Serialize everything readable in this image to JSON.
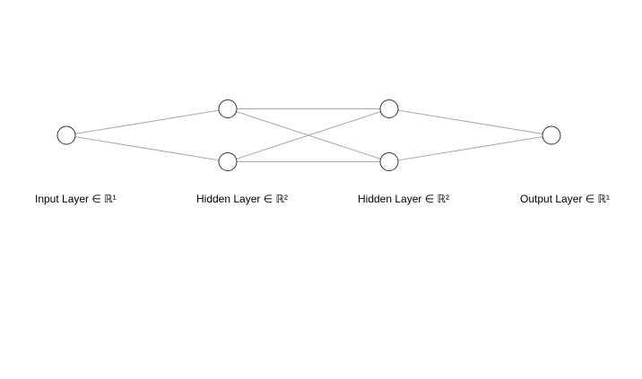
{
  "network": {
    "layers": [
      {
        "label": "Input Layer ∈ ℝ¹",
        "neurons": 1
      },
      {
        "label": "Hidden Layer ∈ ℝ²",
        "neurons": 2
      },
      {
        "label": "Hidden Layer ∈ ℝ²",
        "neurons": 2
      },
      {
        "label": "Output Layer ∈ ℝ¹",
        "neurons": 1
      }
    ],
    "fully_connected": true
  }
}
